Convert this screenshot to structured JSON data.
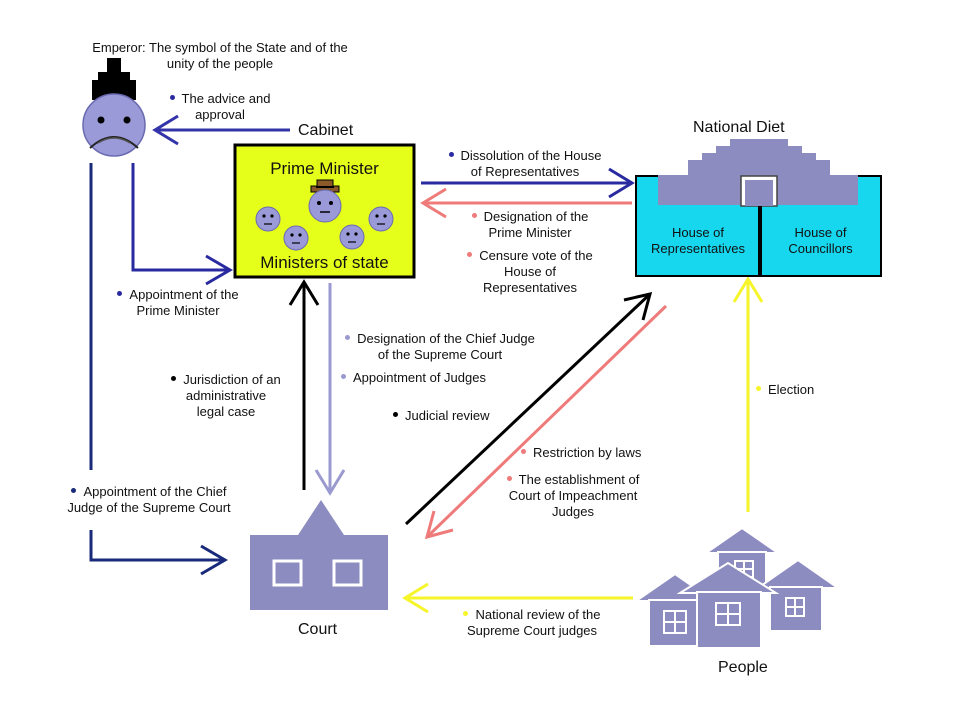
{
  "colors": {
    "navy": "#1a2a7a",
    "lavender": "#9a9ad0",
    "black": "#000000",
    "salmon": "#ef7a7a",
    "yellow": "#f5f52a",
    "cabinet_fill": "#e6ff1a",
    "diet_fill": "#17d7ef",
    "building": "#8c8cc0",
    "face": "#9a9ad8"
  },
  "nodes": {
    "emperor": {
      "line1": "Emperor: The symbol of the State and of the",
      "line2": "unity of the people"
    },
    "cabinet": {
      "title": "Cabinet",
      "prime_minister": "Prime Minister",
      "ministers": "Ministers of state"
    },
    "diet": {
      "title": "National Diet",
      "house_rep_1": "House of",
      "house_rep_2": "Representatives",
      "house_coun_1": "House of",
      "house_coun_2": "Councillors"
    },
    "court": {
      "title": "Court"
    },
    "people": {
      "title": "People"
    }
  },
  "edges": {
    "advice": [
      "The advice and",
      "approval"
    ],
    "appoint_pm": [
      "Appointment of the",
      "Prime Minister"
    ],
    "dissolution": [
      "Dissolution of the House",
      "of Representatives"
    ],
    "designation_pm": [
      "Designation of the",
      "Prime Minister"
    ],
    "censure": [
      "Censure vote of the",
      "House of",
      "Representatives"
    ],
    "chief_judge": [
      "Designation of the Chief Judge",
      "of the Supreme Court"
    ],
    "appoint_judges": "Appointment of Judges",
    "jurisdiction": [
      "Jurisdiction of an",
      "administrative",
      "legal case"
    ],
    "judicial_review": "Judicial review",
    "restriction": "Restriction by laws",
    "impeachment": [
      "The establishment of",
      "Court of Impeachment",
      "Judges"
    ],
    "election": "Election",
    "appoint_chief": [
      "Appointment of the Chief",
      "Judge of the Supreme Court"
    ],
    "national_review": [
      "National review of the",
      "Supreme Court judges"
    ]
  }
}
